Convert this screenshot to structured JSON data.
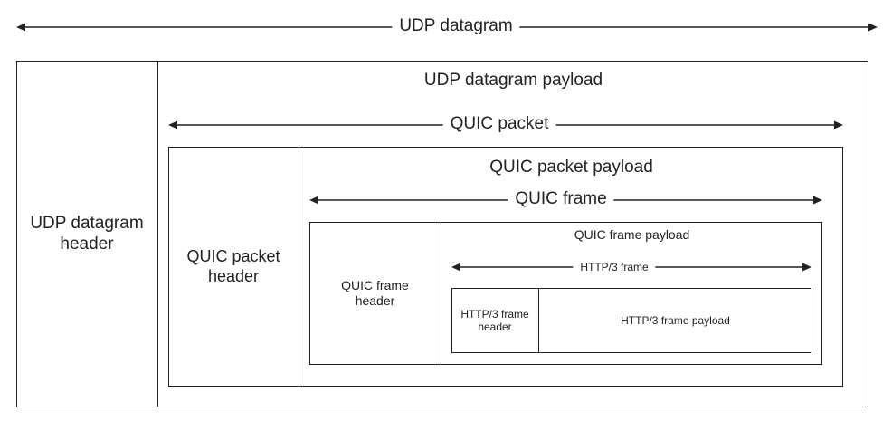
{
  "udp": {
    "datagram_label": "UDP datagram",
    "payload_label": "UDP datagram payload",
    "header_label_line1": "UDP datagram",
    "header_label_line2": "header"
  },
  "quic_packet": {
    "label": "QUIC packet",
    "payload_label": "QUIC packet payload",
    "header_label_line1": "QUIC packet",
    "header_label_line2": "header"
  },
  "quic_frame": {
    "label": "QUIC frame",
    "payload_label": "QUIC frame payload",
    "header_label_line1": "QUIC frame",
    "header_label_line2": "header"
  },
  "http3_frame": {
    "label": "HTTP/3 frame",
    "payload_label": "HTTP/3 frame payload",
    "header_label_line1": "HTTP/3 frame",
    "header_label_line2": "header"
  },
  "colors": {
    "stroke": "#222222",
    "background": "#ffffff"
  }
}
